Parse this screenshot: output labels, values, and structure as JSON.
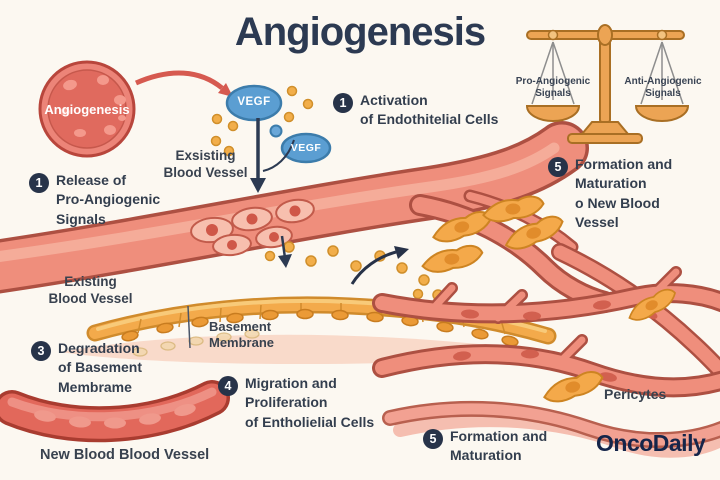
{
  "title": "Angiogenesis",
  "source_cell": {
    "label": "Angiogenesis"
  },
  "vegf_label": "VEGF",
  "balance": {
    "left_label": "Pro-Angiogenic\nSignals",
    "right_label": "Anti-Angiogenic\nSignals"
  },
  "steps": {
    "release": {
      "num": "1",
      "text": "Release of\nPro-Angiogenic\nSignals"
    },
    "activation": {
      "num": "1",
      "text": "Activation\nof Endothitelial Cells"
    },
    "degradation": {
      "num": "3",
      "text": "Degradation\nof Basement\nMembrame"
    },
    "migration": {
      "num": "4",
      "text": "Migration and\nProliferation\nof Entholielial Cells"
    },
    "formation_right": {
      "num": "5",
      "text": "Formation and\nMaturation\no New Blood\nVessel"
    },
    "formation_bottom": {
      "num": "5",
      "text": "Formation and\nMaturation"
    }
  },
  "labels": {
    "existing_vessel_top": "Exsisting\nBlood Vessel",
    "existing_vessel_left": "Existing\nBlood Vessel",
    "basement_membrane": "Basement\nMembrane",
    "pericytes": "Pericytes",
    "new_vessel": "New Blood Blood Vessel"
  },
  "brand": "OncoDaily",
  "colors": {
    "background": "#fcf8f1",
    "ink": "#333e4e",
    "title_ink": "#2c3a52",
    "badge": "#273349",
    "vessel_fill": "#ef8e7c",
    "vessel_outline": "#ad5042",
    "vegf_fill": "#5b9ed2",
    "signal_dot": "#f2ae4a",
    "membrane_orange": "#f3aa4b",
    "cell_orange": "#f4a94a",
    "arrow_red": "#d65a50",
    "scale_wood": "#eca454",
    "brand_color": "#15254a"
  }
}
